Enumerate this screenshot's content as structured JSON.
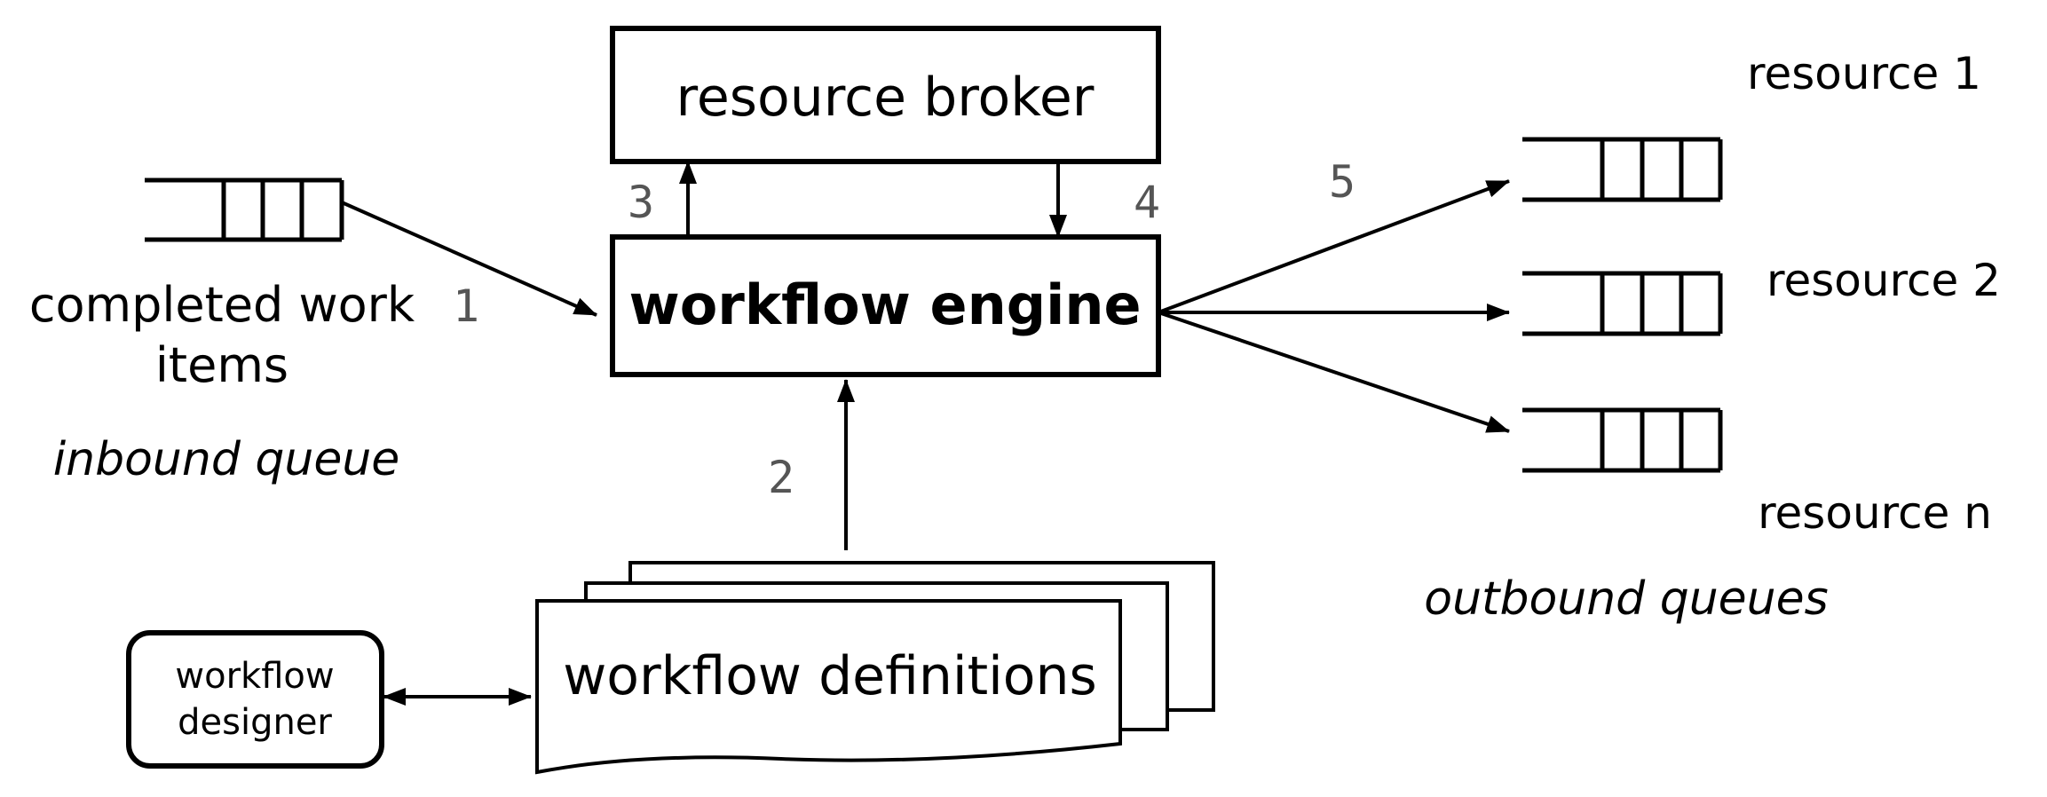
{
  "colors": {
    "stroke": "#000000",
    "background": "#ffffff",
    "step_number": "#555555"
  },
  "broker": {
    "label": "resource broker"
  },
  "engine": {
    "label": "workflow engine"
  },
  "inbound": {
    "label_line1": "completed work",
    "label_line2": "items",
    "caption": "inbound queue"
  },
  "definitions": {
    "label": "workflow definitions"
  },
  "designer": {
    "label_line1": "workflow",
    "label_line2": "designer"
  },
  "outbound": {
    "resources": [
      {
        "label": "resource 1"
      },
      {
        "label": "resource 2"
      },
      {
        "label": "resource n"
      }
    ],
    "caption": "outbound queues"
  },
  "steps": {
    "s1": "1",
    "s2": "2",
    "s3": "3",
    "s4": "4",
    "s5": "5"
  }
}
